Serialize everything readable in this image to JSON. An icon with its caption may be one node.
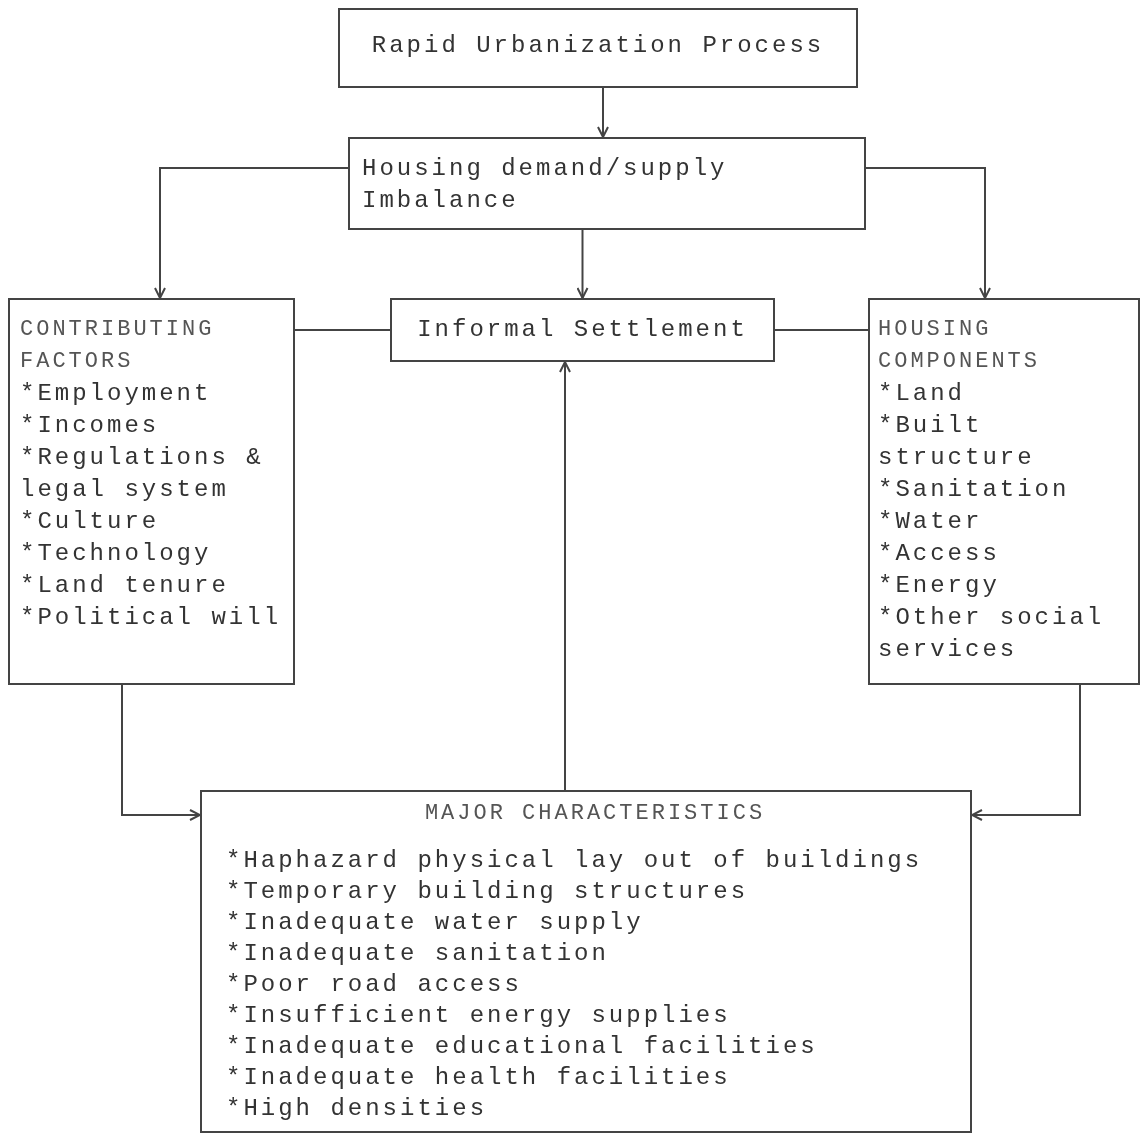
{
  "diagram": {
    "nodes": [
      {
        "text": [
          "Rapid Urbanization Process"
        ]
      },
      {
        "text": [
          "Housing demand/supply Imbalance"
        ]
      },
      {
        "text": [
          "CONTRIBUTING FACTORS",
          "*Employment",
          "*Incomes",
          "*Regulations & legal system",
          "*Culture",
          "*Technology",
          "*Land tenure",
          "*Political will"
        ]
      },
      {
        "text": [
          "Informal Settlement"
        ]
      },
      {
        "text": [
          "HOUSING COMPONENTS",
          "*Land",
          "*Built structure",
          "*Sanitation",
          "*Water",
          "*Access",
          "*Energy",
          "*Other social services"
        ]
      },
      {
        "text": [
          "MAJOR CHARACTERISTICS",
          "*Haphazard physical lay out of buildings",
          "*Temporary building structures",
          "*Inadequate water supply",
          "*Inadequate sanitation",
          "*Poor road access",
          "*Insufficient energy supplies",
          "*Inadequate educational facilities",
          "*Inadequate health facilities",
          "*High densities"
        ]
      }
    ],
    "edges": [
      {
        "from": 0,
        "to": 1,
        "arrow": "to"
      },
      {
        "from": 1,
        "to": 2,
        "arrow": "to"
      },
      {
        "from": 1,
        "to": 3,
        "arrow": "to"
      },
      {
        "from": 1,
        "to": 4,
        "arrow": "to"
      },
      {
        "from": 2,
        "to": 3,
        "arrow": "none"
      },
      {
        "from": 3,
        "to": 4,
        "arrow": "none"
      },
      {
        "from": 2,
        "to": 5,
        "arrow": "to"
      },
      {
        "from": 4,
        "to": 5,
        "arrow": "to"
      },
      {
        "from": 5,
        "to": 3,
        "arrow": "to"
      }
    ]
  }
}
